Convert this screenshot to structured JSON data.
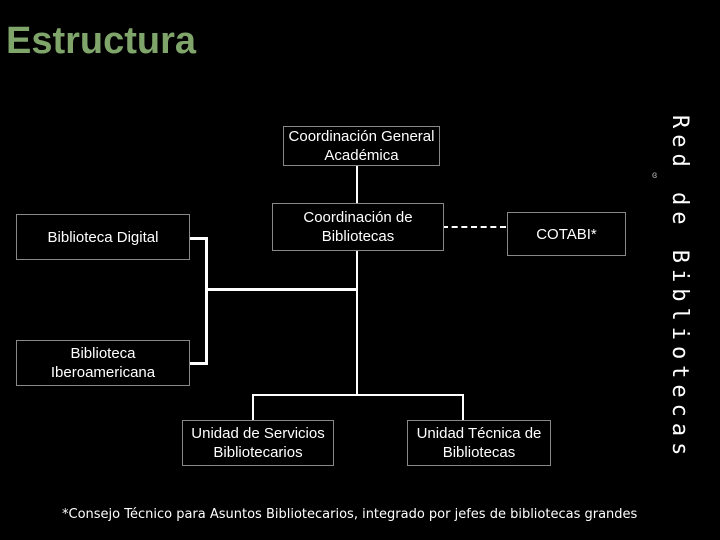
{
  "header": {
    "title": "Estructura"
  },
  "side_label": "Red de Bibliotecas",
  "nodes": {
    "coord_general": "Coordinación General Académica",
    "coord_bibliotecas": "Coordinación de Bibliotecas",
    "cotabi": "COTABI*",
    "biblioteca_digital": "Biblioteca Digital",
    "biblioteca_iberoamericana": "Biblioteca Iberoamericana",
    "unidad_servicios": "Unidad de Servicios Bibliotecarios",
    "unidad_tecnica": "Unidad Técnica de Bibliotecas"
  },
  "footnote": "*Consejo Técnico para Asuntos Bibliotecarios, integrado por jefes de bibliotecas grandes"
}
